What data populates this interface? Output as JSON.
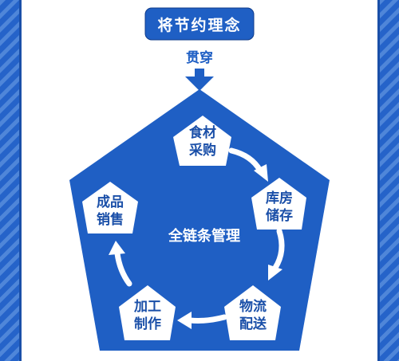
{
  "header": {
    "title": "将节约理念"
  },
  "connector": {
    "label": "贯穿"
  },
  "center": {
    "label": "全链条管理"
  },
  "steps": [
    {
      "line1": "食材",
      "line2": "采购"
    },
    {
      "line1": "库房",
      "line2": "储存"
    },
    {
      "line1": "物流",
      "line2": "配送"
    },
    {
      "line1": "加工",
      "line2": "制作"
    },
    {
      "line1": "成品",
      "line2": "销售"
    }
  ],
  "colors": {
    "primary": "#1f5fc4",
    "dark": "#1a4fa8",
    "stripe": "#4f86d9",
    "white": "#ffffff"
  }
}
